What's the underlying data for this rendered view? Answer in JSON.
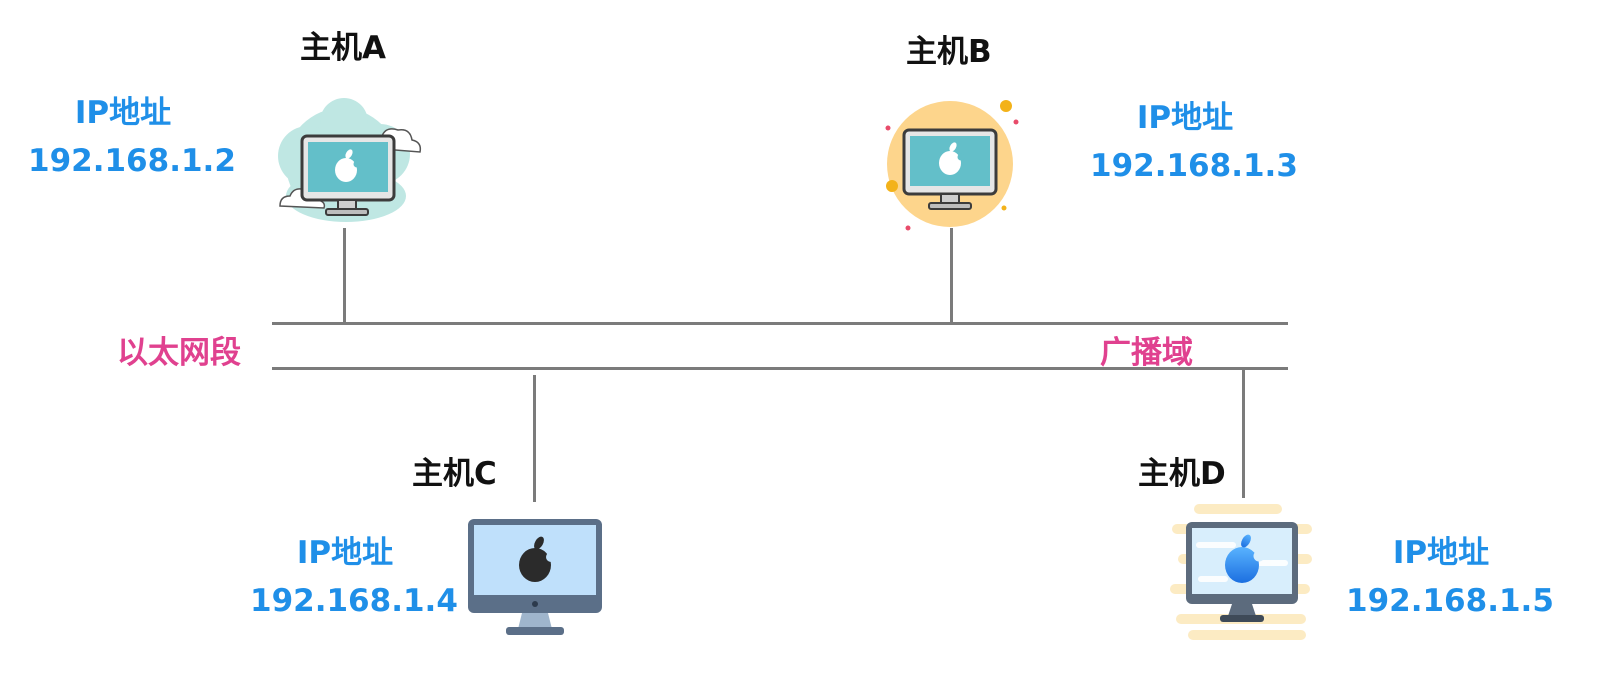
{
  "hosts": [
    {
      "id": "a",
      "name": "主机A",
      "ip_label": "IP地址",
      "ip": "192.168.1.2",
      "icon": "cloud-monitor-icon"
    },
    {
      "id": "b",
      "name": "主机B",
      "ip_label": "IP地址",
      "ip": "192.168.1.3",
      "icon": "sun-monitor-icon"
    },
    {
      "id": "c",
      "name": "主机C",
      "ip_label": "IP地址",
      "ip": "192.168.1.4",
      "icon": "imac-icon"
    },
    {
      "id": "d",
      "name": "主机D",
      "ip_label": "IP地址",
      "ip": "192.168.1.5",
      "icon": "imac-gradient-icon"
    }
  ],
  "segment": {
    "left_label": "以太网段",
    "right_label": "广播域"
  },
  "colors": {
    "ip_text": "#1f8fe8",
    "segment_text": "#e0418f",
    "line": "#7b7b7b",
    "host_text": "#111111"
  }
}
